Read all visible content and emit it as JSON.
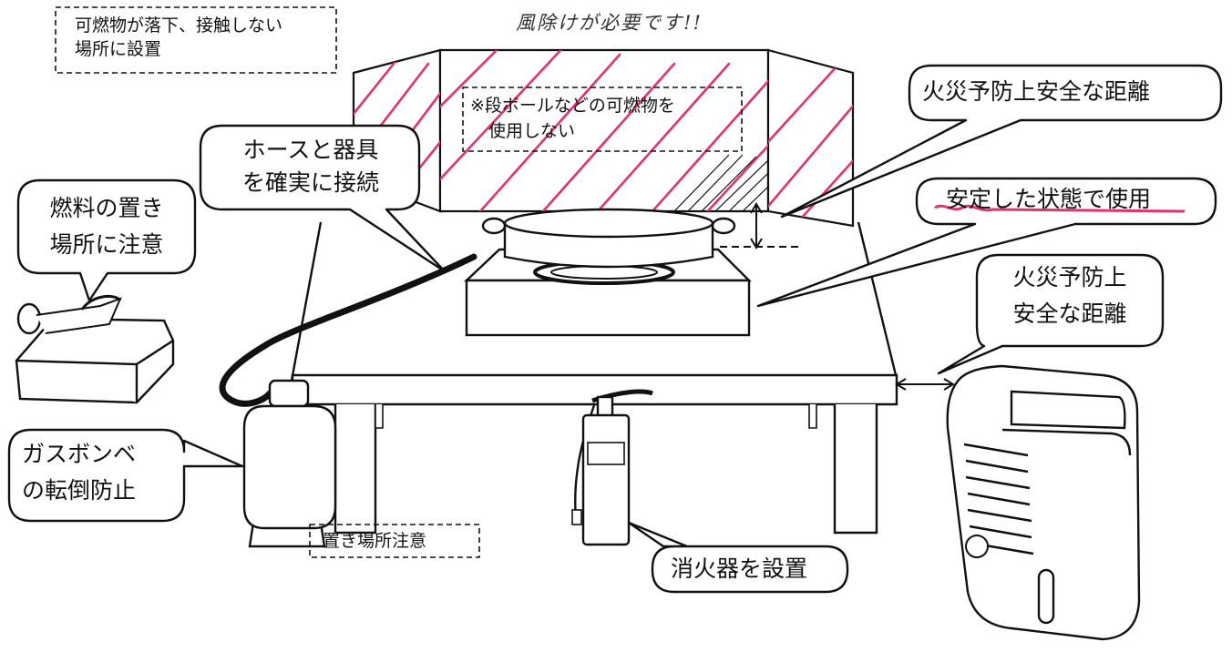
{
  "notes": {
    "combustible_placement": [
      "可燃物が落下、接触しない",
      "場所に設置"
    ],
    "windscreen_needed": "風除けが必要です!!",
    "no_cardboard": [
      "※段ボールなどの可燃物を",
      "使用しない"
    ],
    "placement_caution": "置き場所注意"
  },
  "callouts": {
    "safe_distance_top": "火災予防上安全な距離",
    "hose_connection": [
      "ホースと器具",
      "を確実に接続"
    ],
    "stable_use": "安定した状態で使用",
    "fuel_storage": [
      "燃料の置き",
      "場所に注意"
    ],
    "safe_distance_heater": [
      "火災予防上",
      "安全な距離"
    ],
    "gas_cylinder": [
      "ガスボンベ",
      "の転倒防止"
    ],
    "extinguisher": "消火器を設置"
  },
  "colors": {
    "screen_pink": "#e0336f",
    "ink": "#111111"
  }
}
